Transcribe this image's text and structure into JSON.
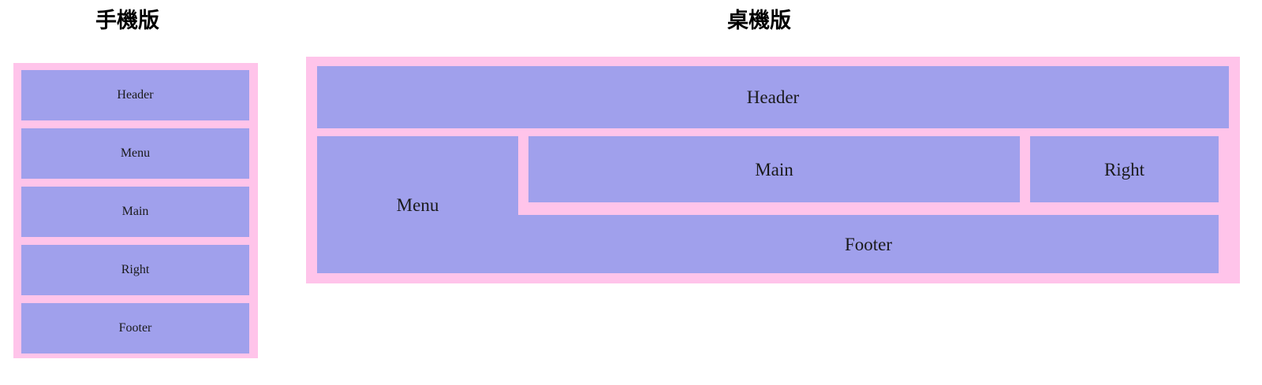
{
  "page": {
    "background_color": "#ffffff",
    "frame_color": "#ffc4ea",
    "cell_color": "#a0a0ec",
    "text_color": "#1a1a1a"
  },
  "mobile": {
    "title": "手機版",
    "cells": [
      {
        "label": "Header"
      },
      {
        "label": "Menu"
      },
      {
        "label": "Main"
      },
      {
        "label": "Right"
      },
      {
        "label": "Footer"
      }
    ]
  },
  "desktop": {
    "title": "桌機版",
    "cells": [
      {
        "label": "Header"
      },
      {
        "label": "Menu"
      },
      {
        "label": "Main"
      },
      {
        "label": "Right"
      },
      {
        "label": "Footer"
      }
    ]
  }
}
